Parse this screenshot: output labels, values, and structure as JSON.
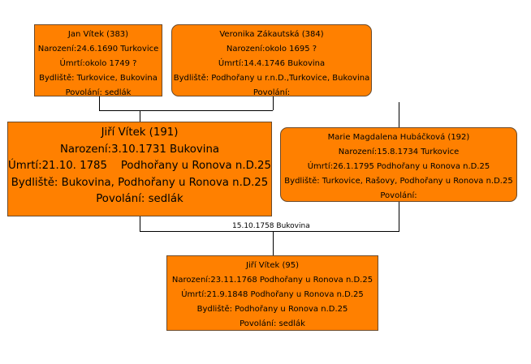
{
  "persons": {
    "father_father": {
      "name": "Jan  Vítek (383)",
      "birth": "Narození:24.6.1690 Turkovice",
      "death": "Úmrtí:okolo 1749  ?",
      "residence": "Bydliště: Turkovice, Bukovina",
      "occupation": "Povolání: sedlák"
    },
    "father_mother": {
      "name": "Veronika Zákautská (384)",
      "birth": "Narození:okolo 1695 ?",
      "death": "Úmrtí:14.4.1746  Bukovina",
      "residence": "Bydliště: Podhořany u r.n.D.,Turkovice, Bukovina",
      "occupation": "Povolání:"
    },
    "father": {
      "name": "Jiří  Vítek (191)",
      "birth": "Narození:3.10.1731  Bukovina",
      "death": "Úmrtí:21.10. 1785    Podhořany u Ronova n.D.25",
      "residence": "Bydliště: Bukovina, Podhořany u Ronova n.D.25",
      "occupation": "Povolání: sedlák"
    },
    "mother": {
      "name": "Marie Magdalena Hubáčková (192)",
      "birth": "Narození:15.8.1734 Turkovice",
      "death": "Úmrtí:26.1.1795  Podhořany u Ronova n.D.25",
      "residence": "Bydliště: Turkovice, Rašovy, Podhořany u Ronova n.D.25",
      "occupation": "Povolání:"
    },
    "child": {
      "name": "Jiří Vítek (95)",
      "birth": "Narození:23.11.1768 Podhořany u Ronova n.D.25",
      "death": "Úmrtí:21.9.1848  Podhořany u Ronova n.D.25",
      "residence": "Bydliště: Podhořany u Ronova n.D.25",
      "occupation": "Povolání: sedlák"
    }
  },
  "marriage": {
    "label": "15.10.1758 Bukovina"
  },
  "colors": {
    "box_fill": "#ff8000",
    "box_border": "#6b4a2a",
    "line": "#000000",
    "background": "#ffffff"
  }
}
